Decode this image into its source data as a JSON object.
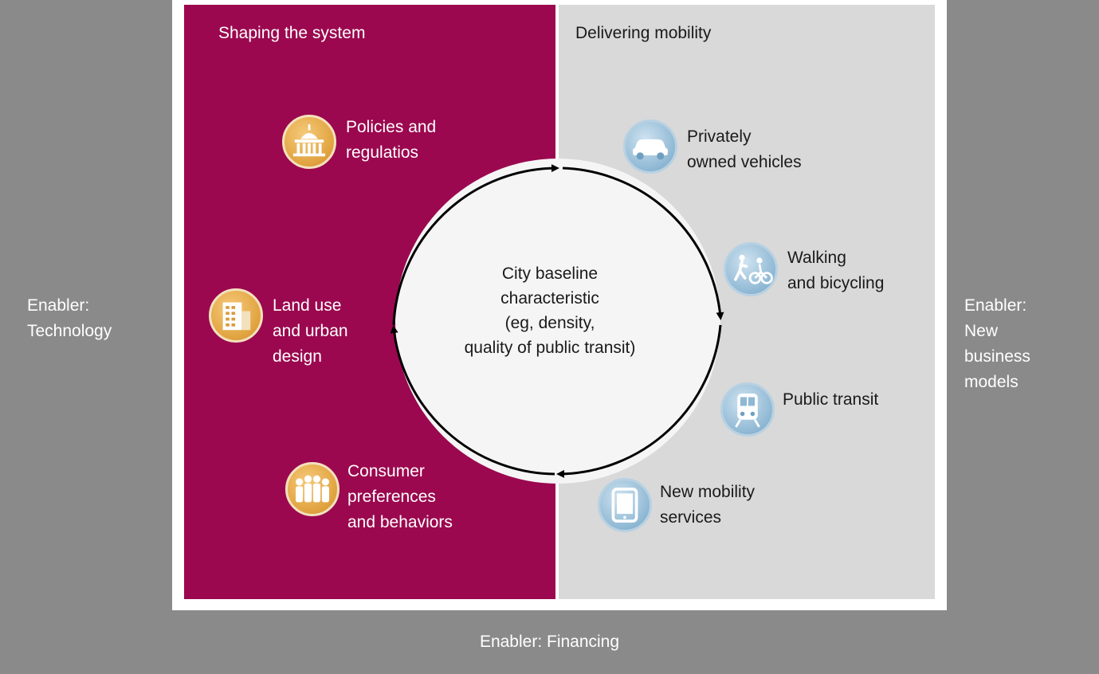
{
  "panels": {
    "left_title": "Shaping the system",
    "right_title": "Delivering mobility"
  },
  "enablers": {
    "left": [
      "Enabler:",
      "Technology"
    ],
    "right": [
      "Enabler:",
      "New",
      "business",
      "models"
    ],
    "bottom": "Enabler: Financing"
  },
  "shaping_items": [
    {
      "lines": [
        "Policies and",
        "regulatios"
      ],
      "icon": "capitol-building-icon"
    },
    {
      "lines": [
        "Land use",
        "and urban",
        "design"
      ],
      "icon": "building-icon"
    },
    {
      "lines": [
        "Consumer",
        "preferences",
        "and behaviors"
      ],
      "icon": "people-group-icon"
    }
  ],
  "mobility_items": [
    {
      "lines": [
        "Privately",
        "owned vehicles"
      ],
      "icon": "car-icon"
    },
    {
      "lines": [
        "Walking",
        "and bicycling"
      ],
      "icon": "pedestrian-cyclist-icon"
    },
    {
      "lines": [
        "Public transit"
      ],
      "icon": "train-icon"
    },
    {
      "lines": [
        "New mobility",
        "services"
      ],
      "icon": "tablet-icon"
    }
  ],
  "center": {
    "lines": [
      "City baseline",
      "characteristic",
      "(eg, density,",
      "quality of public transit)"
    ]
  },
  "colors": {
    "background": "#8a8a8a",
    "shaping_panel": "#9b084f",
    "mobility_panel": "#d9d9d9",
    "frame": "#ffffff",
    "center_circle": "#f5f5f5"
  }
}
